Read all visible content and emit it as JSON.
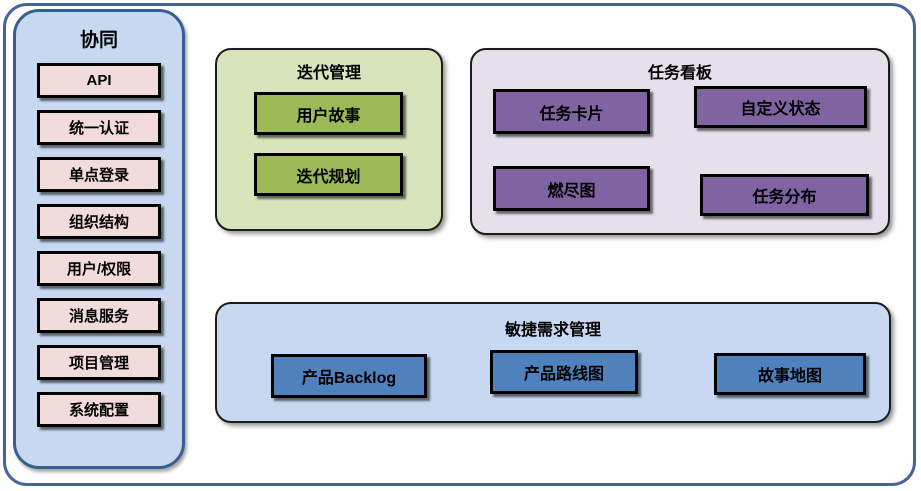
{
  "colors": {
    "frame_border": "#46659b",
    "sidebar_fill": "#c7d8f0",
    "sidebar_border": "#38608f",
    "sidebar_item_fill": "#f2dcdb",
    "iteration_group_fill": "#d8e4bc",
    "iteration_box_fill": "#9cba58",
    "kanban_group_fill": "#e6e0ec",
    "kanban_box_fill": "#8064a2",
    "requirements_group_fill": "#c7d8f0",
    "requirements_box_fill": "#4f81bd",
    "box_border": "#000000",
    "text": "#000000"
  },
  "sidebar": {
    "title": "协同",
    "items": [
      {
        "label": "API"
      },
      {
        "label": "统一认证"
      },
      {
        "label": "单点登录"
      },
      {
        "label": "组织结构"
      },
      {
        "label": "用户/权限"
      },
      {
        "label": "消息服务"
      },
      {
        "label": "项目管理"
      },
      {
        "label": "系统配置"
      }
    ]
  },
  "groups": {
    "iteration": {
      "title": "迭代管理",
      "items": [
        {
          "label": "用户故事"
        },
        {
          "label": "迭代规划"
        }
      ]
    },
    "kanban": {
      "title": "任务看板",
      "items": [
        {
          "label": "任务卡片"
        },
        {
          "label": "自定义状态"
        },
        {
          "label": "燃尽图"
        },
        {
          "label": "任务分布"
        }
      ]
    },
    "requirements": {
      "title": "敏捷需求管理",
      "items": [
        {
          "label": "产品Backlog"
        },
        {
          "label": "产品路线图"
        },
        {
          "label": "故事地图"
        }
      ]
    }
  }
}
